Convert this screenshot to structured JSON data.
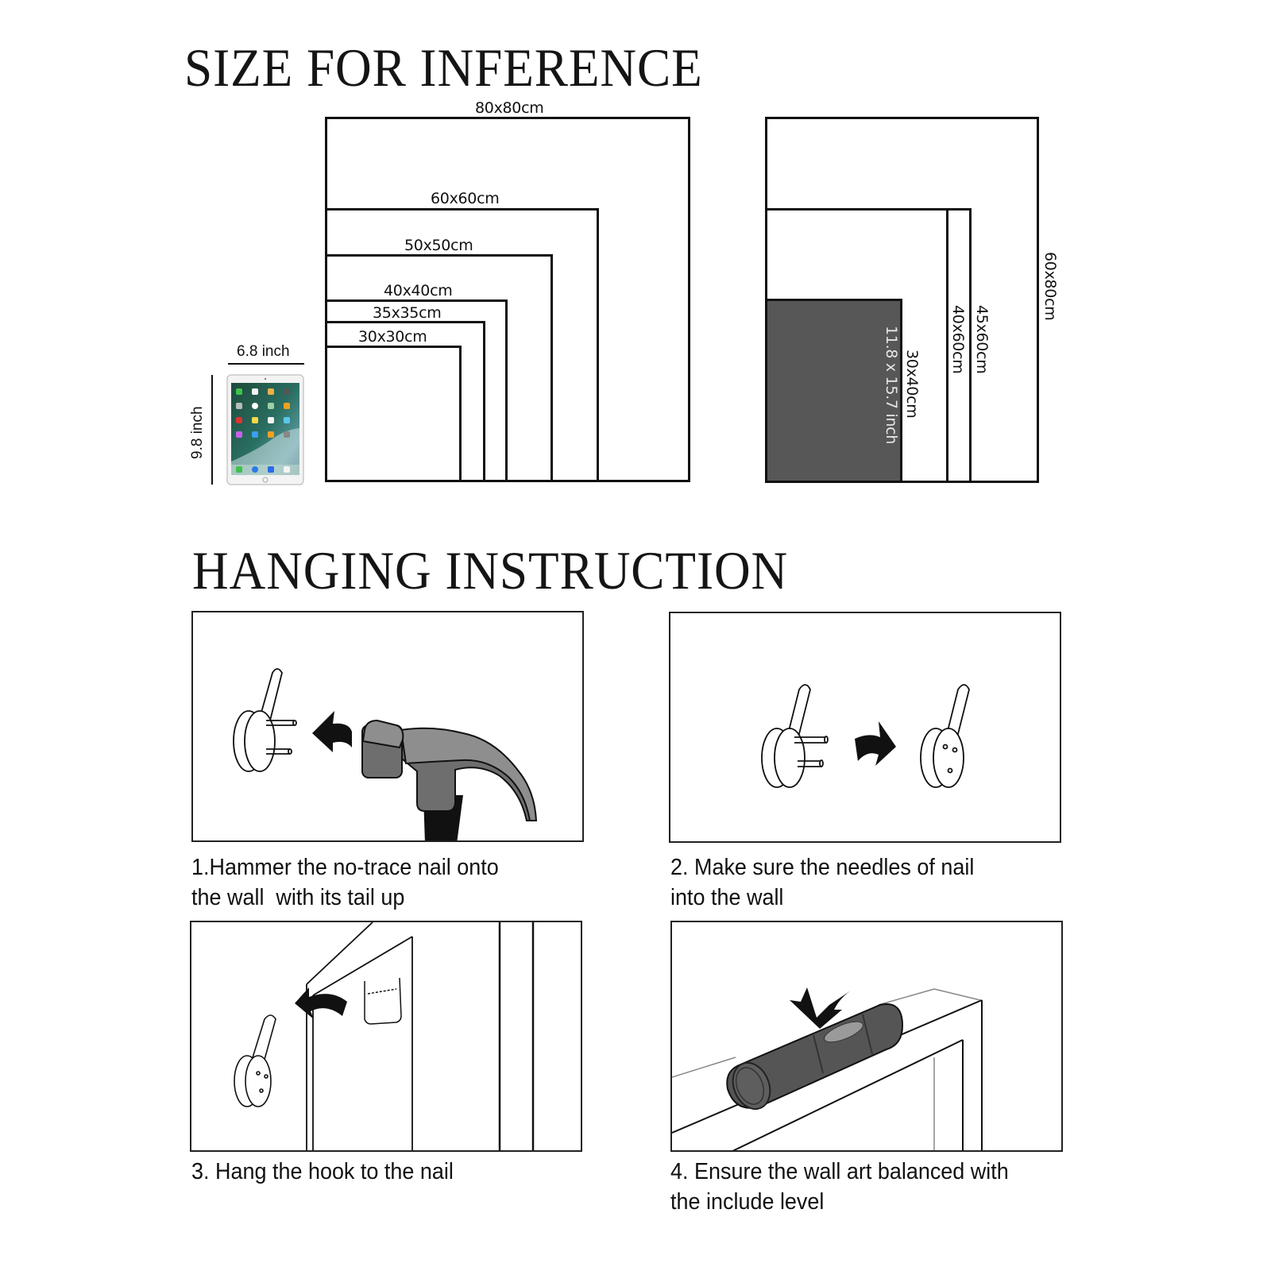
{
  "sections": {
    "size": {
      "title": "SIZE FOR INFERENCE",
      "square_sizes": [
        {
          "label": "80x80cm"
        },
        {
          "label": "60x60cm"
        },
        {
          "label": "50x50cm"
        },
        {
          "label": "40x40cm"
        },
        {
          "label": "35x35cm"
        },
        {
          "label": "30x30cm"
        }
      ],
      "rect_sizes": [
        {
          "label": "60x80cm"
        },
        {
          "label": "45x60cm"
        },
        {
          "label": "40x60cm"
        },
        {
          "label": "30x40cm"
        }
      ],
      "highlight_label": "11.8 x 15.7 inch",
      "highlight_color": "#575757",
      "ipad": {
        "width_label": "6.8 inch",
        "height_label": "9.8 inch"
      }
    },
    "hanging": {
      "title": "HANGING INSTRUCTION",
      "steps": [
        {
          "line1": "1.Hammer the no-trace nail onto",
          "line2": "the wall  with its tail up"
        },
        {
          "line1": "2. Make sure the needles of nail",
          "line2": "into the wall"
        },
        {
          "line1": "3. Hang the hook to the nail",
          "line2": ""
        },
        {
          "line1": "4. Ensure the wall art balanced with",
          "line2": "the include level"
        }
      ]
    }
  }
}
